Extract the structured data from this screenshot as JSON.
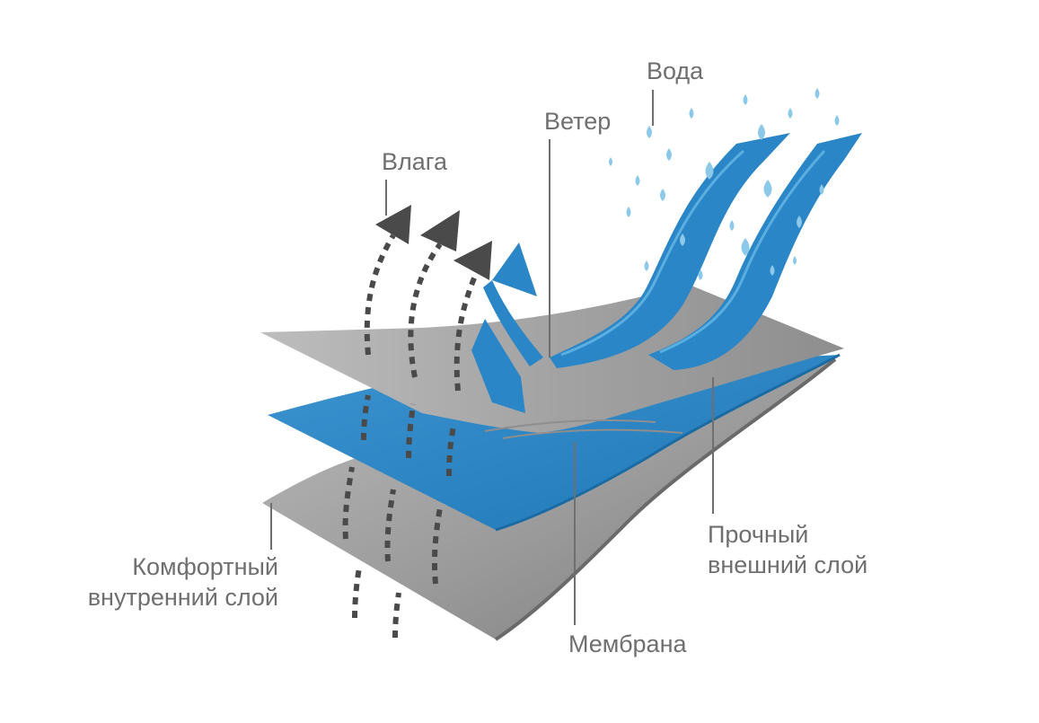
{
  "labels": {
    "water": "Вода",
    "wind": "Ветер",
    "moisture": "Влага",
    "outer_layer": "Прочный\nвнешний слой",
    "inner_layer": "Комфортный\nвнутренний слой",
    "membrane": "Мембрана"
  },
  "colors": {
    "membrane_blue": "#2a86c6",
    "wind_blue": "#2a86c6",
    "water_drop": "#8cc8e8",
    "layer_gray": "#a8a8a8",
    "layer_gray_dark": "#6f6f6f",
    "arrow_dark": "#4a4a4a",
    "label_gray": "#6f6f6f"
  }
}
